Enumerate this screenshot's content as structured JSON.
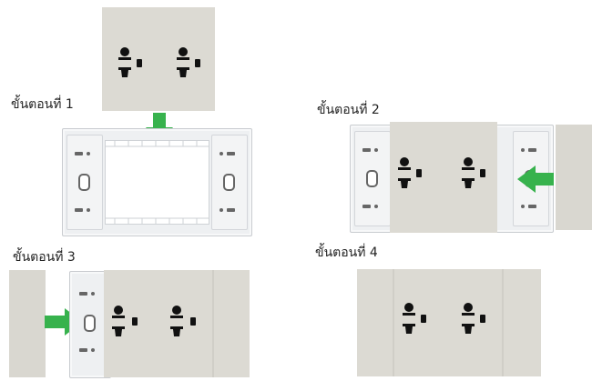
{
  "steps": [
    {
      "label": "ขั้นตอนที่ 1"
    },
    {
      "label": "ขั้นตอนที่ 2"
    },
    {
      "label": "ขั้นตอนที่ 3"
    },
    {
      "label": "ขั้นตอนที่ 4"
    }
  ],
  "colors": {
    "plate": "#dcdad3",
    "frame": "#eef0f2",
    "arrow": "#37b24d",
    "socket_hole": "#111111"
  },
  "icons": [
    "double-socket-icon",
    "green-arrow-icon",
    "mounting-frame-icon"
  ]
}
